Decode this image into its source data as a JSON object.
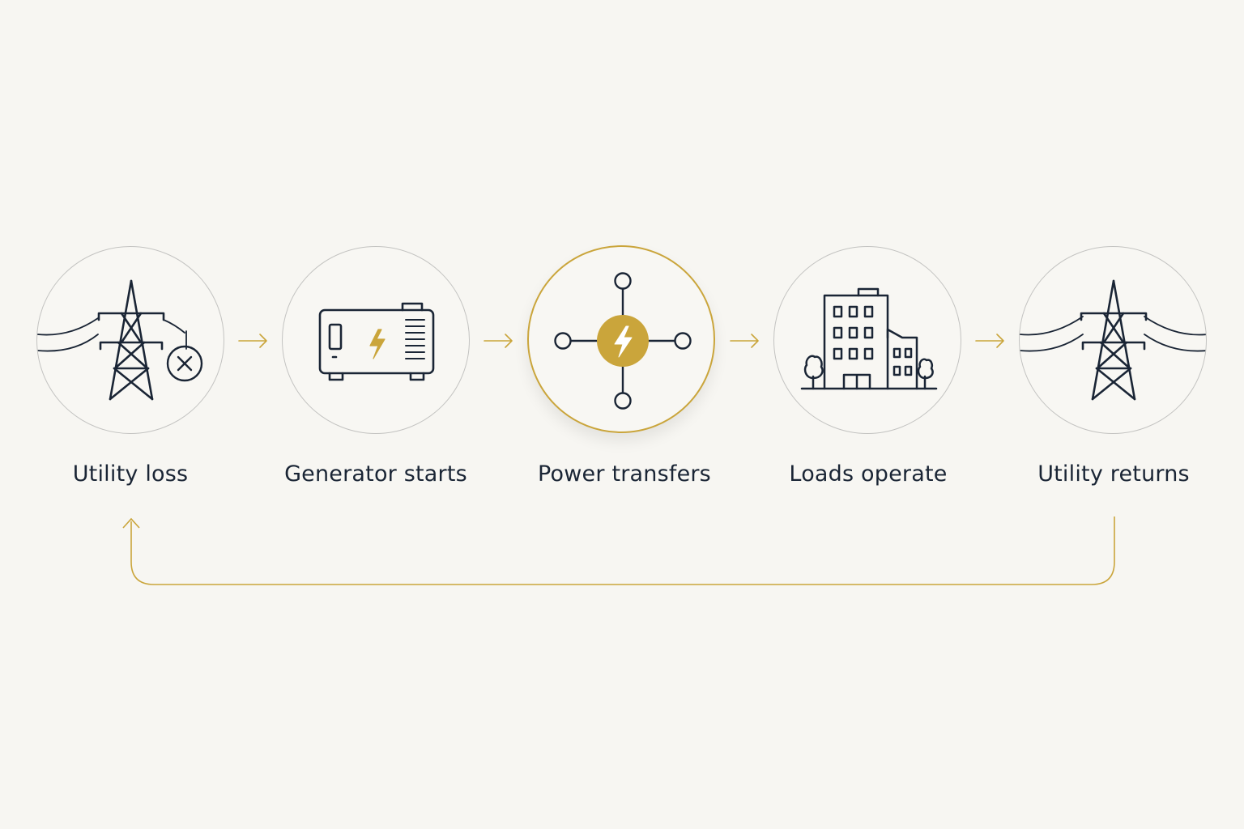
{
  "colors": {
    "background": "#f7f6f2",
    "icon_stroke": "#1a2535",
    "accent_gold": "#caa53b",
    "ring_gray": "#c3c3c1"
  },
  "steps": [
    {
      "label": "Utility loss",
      "icon": "transmission-tower-disconnected-icon",
      "active": false
    },
    {
      "label": "Generator starts",
      "icon": "generator-icon",
      "active": false
    },
    {
      "label": "Power transfers",
      "icon": "power-transfer-hub-icon",
      "active": true
    },
    {
      "label": "Loads operate",
      "icon": "building-icon",
      "active": false
    },
    {
      "label": "Utility returns",
      "icon": "transmission-tower-icon",
      "active": false
    }
  ],
  "connectors": [
    "arrow-right",
    "arrow-right",
    "arrow-right",
    "arrow-right"
  ],
  "loop": {
    "from": "Utility returns",
    "to": "Utility loss"
  }
}
